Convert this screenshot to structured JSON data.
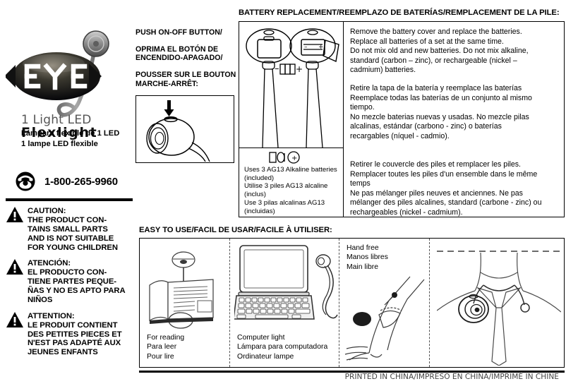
{
  "brand": {
    "logo_text": "EYE",
    "tagline_1": "1 Light LED",
    "tagline_2": "Flexlight",
    "sub_es": "Lámpara flexible de 1 LED",
    "sub_fr": "1 lampe LED flexible",
    "phone": "1-800-265-9960",
    "phone_icon": "telephone-icon"
  },
  "cautions": [
    {
      "icon": "warning-triangle-icon",
      "text": "CAUTION:\nTHE PRODUCT CON-\nTAINS SMALL PARTS\nAND IS NOT SUITABLE\nFOR YOUNG CHILDREN"
    },
    {
      "icon": "warning-triangle-icon",
      "text": "ATENCIÓN:\nEL PRODUCTO CON-\nTIENE PARTES PEQUE-\nÑAS Y NO ES APTO PARA\nNIÑOS"
    },
    {
      "icon": "warning-triangle-icon",
      "text": "ATTENTION:\nLE PRODUIT CONTIENT\nDES PETITES PIECES ET\nN'EST PAS ADAPTÉ AUX\nJEUNES ENFANTS"
    }
  ],
  "push_section": {
    "heading_en": "PUSH ON-OFF BUTTON/",
    "heading_es": "OPRIMA EL BOTÓN DE\nENCENDIDO-APAGADO/",
    "heading_fr": "POUSSER SUR LE BOUTON\nMARCHE-ARRÊT:",
    "diagram_name": "lamp-head-push-button-diagram"
  },
  "battery_section": {
    "title": "BATTERY REPLACEMENT/REEMPLAZO DE BATERÍAS/REMPLACEMENT DE LA PILE:",
    "diagram_name": "battery-compartment-diagram",
    "polarity_minus": "–",
    "polarity_plus": "+",
    "cell_icons": "three-coin-cell-icons",
    "note_en": "Uses 3 AG13 Alkaline batteries\n(included)",
    "note_fr": "Utilise 3 piles AG13 alcaline\n(inclus)",
    "note_es": "Use 3 pilas alcalinas AG13\n(incluidas)",
    "text_en": "Remove the battery cover and replace the batteries.\nReplace all batteries of a set at the same time.\nDo not mix old and new batteries. Do not mix alkaline,\nstandard (carbon – zinc), or rechargeable (nickel –\ncadmium) batteries.",
    "text_es": "Retire la tapa de la batería y reemplace las baterías\nReemplace todas las baterías de un conjunto al mismo\ntiempo.\nNo mezcle baterias nuevas y usadas. No mezcle pilas\nalcalinas, estándar (carbono - zinc) o baterías\nrecargables (níquel - cadmio).",
    "text_fr": "Retirer le couvercle des piles et remplacer les piles.\nRemplacer toutes les piles d'un ensemble dans le même\ntemps\nNe pas mélanger piles neuves et anciennes. Ne pas\nmélanger des piles alcalines, standard (carbone - zinc) ou\nrechargeables (nickel - cadmium)."
  },
  "easy_section": {
    "title": "EASY TO USE/FACIL DE USAR/FACILE À UTILISER:",
    "panels": [
      {
        "art": "open-book-with-lamp-art",
        "caption": "For reading\nPara leer\nPour lire",
        "caption_position": "bottom"
      },
      {
        "art": "laptop-with-lamp-art",
        "caption": "Computer light\nLámpara para computadora\nOrdinateur lampe",
        "caption_position": "bottom"
      },
      {
        "art": "lamp-on-wrist-art",
        "caption": "Hand free\nManos libres\nMain libre",
        "caption_position": "top"
      },
      {
        "art": "lamp-on-neck-art",
        "caption": "",
        "caption_position": "none"
      }
    ]
  },
  "footer": {
    "printed": "PRINTED IN CHINA/IMPRESO EN CHINA/IMPRIMÉ IN CHINE"
  },
  "colors": {
    "ink": "#000000",
    "logo_dark": "#1a1a1a",
    "muted": "#555555"
  }
}
